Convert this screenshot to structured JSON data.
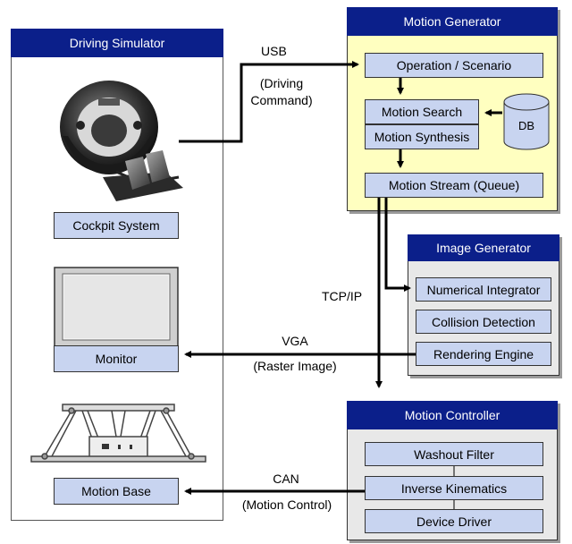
{
  "driving_simulator": {
    "title": "Driving Simulator",
    "cockpit_label": "Cockpit System",
    "monitor_label": "Monitor",
    "motion_base_label": "Motion Base"
  },
  "motion_generator": {
    "title": "Motion Generator",
    "operation": "Operation / Scenario",
    "motion_search": "Motion Search",
    "motion_synthesis": "Motion Synthesis",
    "db": "DB",
    "motion_stream": "Motion Stream (Queue)"
  },
  "image_generator": {
    "title": "Image Generator",
    "numerical_integrator": "Numerical Integrator",
    "collision_detection": "Collision Detection",
    "rendering_engine": "Rendering Engine"
  },
  "motion_controller": {
    "title": "Motion Controller",
    "washout_filter": "Washout Filter",
    "inverse_kinematics": "Inverse Kinematics",
    "device_driver": "Device Driver"
  },
  "connections": {
    "usb": "USB",
    "driving_command_1": "(Driving",
    "driving_command_2": "Command)",
    "tcpip": "TCP/IP",
    "vga": "VGA",
    "raster_image": "(Raster Image)",
    "can": "CAN",
    "motion_control": "(Motion Control)"
  },
  "colors": {
    "header_blue": "#0b1f8a",
    "box_blue": "#c8d4f0",
    "generator_yellow": "#ffffc0",
    "panel_gray": "#e8e8e8"
  }
}
